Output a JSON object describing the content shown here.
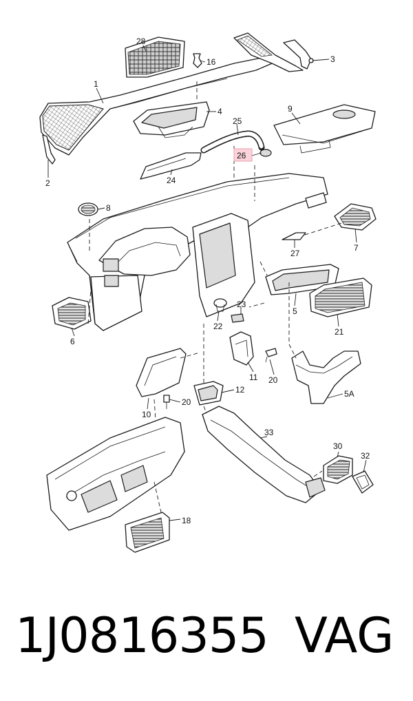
{
  "diagram": {
    "callouts": [
      {
        "id": "c1",
        "text": "1"
      },
      {
        "id": "c2",
        "text": "2"
      },
      {
        "id": "c3",
        "text": "3"
      },
      {
        "id": "c4",
        "text": "4"
      },
      {
        "id": "c5",
        "text": "5"
      },
      {
        "id": "c5a",
        "text": "5A"
      },
      {
        "id": "c6",
        "text": "6"
      },
      {
        "id": "c7",
        "text": "7"
      },
      {
        "id": "c8",
        "text": "8"
      },
      {
        "id": "c9",
        "text": "9"
      },
      {
        "id": "c10",
        "text": "10"
      },
      {
        "id": "c11",
        "text": "11"
      },
      {
        "id": "c12",
        "text": "12"
      },
      {
        "id": "c16",
        "text": "16"
      },
      {
        "id": "c18",
        "text": "18"
      },
      {
        "id": "c20a",
        "text": "20"
      },
      {
        "id": "c20b",
        "text": "20"
      },
      {
        "id": "c21",
        "text": "21"
      },
      {
        "id": "c22",
        "text": "22"
      },
      {
        "id": "c23",
        "text": "23"
      },
      {
        "id": "c24",
        "text": "24"
      },
      {
        "id": "c25",
        "text": "25"
      },
      {
        "id": "c26",
        "text": "26"
      },
      {
        "id": "c27",
        "text": "27"
      },
      {
        "id": "c28",
        "text": "28"
      },
      {
        "id": "c30",
        "text": "30"
      },
      {
        "id": "c32",
        "text": "32"
      },
      {
        "id": "c33",
        "text": "33"
      }
    ],
    "highlighted_callout": "26"
  },
  "footer": {
    "part_number": "1J0816355",
    "brand": "VAG"
  }
}
